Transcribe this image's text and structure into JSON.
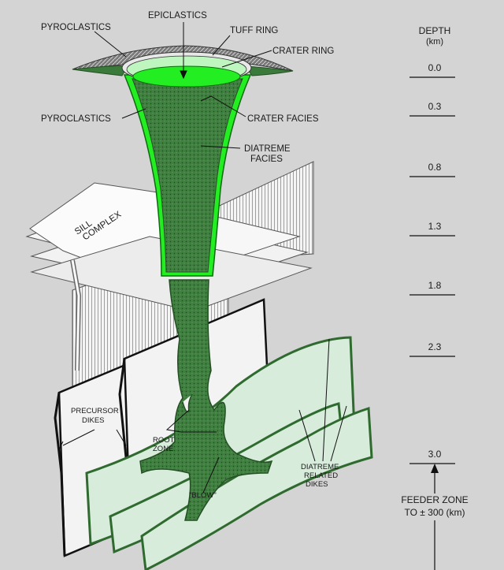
{
  "labels": {
    "epiclastics": "EPICLASTICS",
    "pyroclastics_top": "PYROCLASTICS",
    "tuff_ring": "TUFF RING",
    "crater_ring": "CRATER RING",
    "pyroclastics_mid": "PYROCLASTICS",
    "crater_facies": "CRATER FACIES",
    "diatreme_facies_1": "DIATREME",
    "diatreme_facies_2": "FACIES",
    "sill_1": "SILL",
    "sill_2": "COMPLEX",
    "precursor_1": "PRECURSOR",
    "precursor_2": "DIKES",
    "root_1": "ROOT",
    "root_2": "ZONE",
    "blow": "\"BLOW\"",
    "dr_1": "DIATREME",
    "dr_2": "RELATED",
    "dr_3": "DIKES"
  },
  "depth_scale": {
    "title": "DEPTH",
    "unit": "(km)",
    "ticks": [
      "0.0",
      "0.3",
      "0.8",
      "1.3",
      "1.8",
      "2.3",
      "3.0"
    ],
    "feeder_1": "FEEDER ZONE",
    "feeder_2": "TO ± 300 (km)"
  },
  "colors": {
    "green_bright": "#22ee22",
    "green_dark": "#3a7a3a",
    "sheet_fill": "#f2f2f2",
    "dike_fill": "#d6ecdc"
  }
}
